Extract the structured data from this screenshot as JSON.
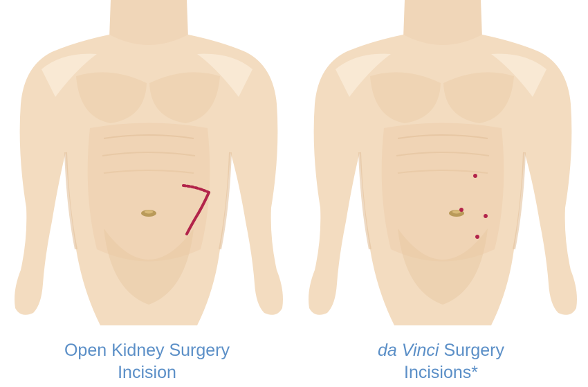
{
  "colors": {
    "skin": "#f3dcc0",
    "skin_shadow": "#e9cca8",
    "skin_highlight": "#fbeedd",
    "incision": "#b2244a",
    "caption": "#5b8fc7",
    "navel": "#b99a5a"
  },
  "left_figure": {
    "caption_line1": "Open Kidney Surgery",
    "caption_line2": "Incision"
  },
  "right_figure": {
    "caption_italic": "da Vinci",
    "caption_line1_rest": " Surgery",
    "caption_line2": "Incisions*"
  }
}
